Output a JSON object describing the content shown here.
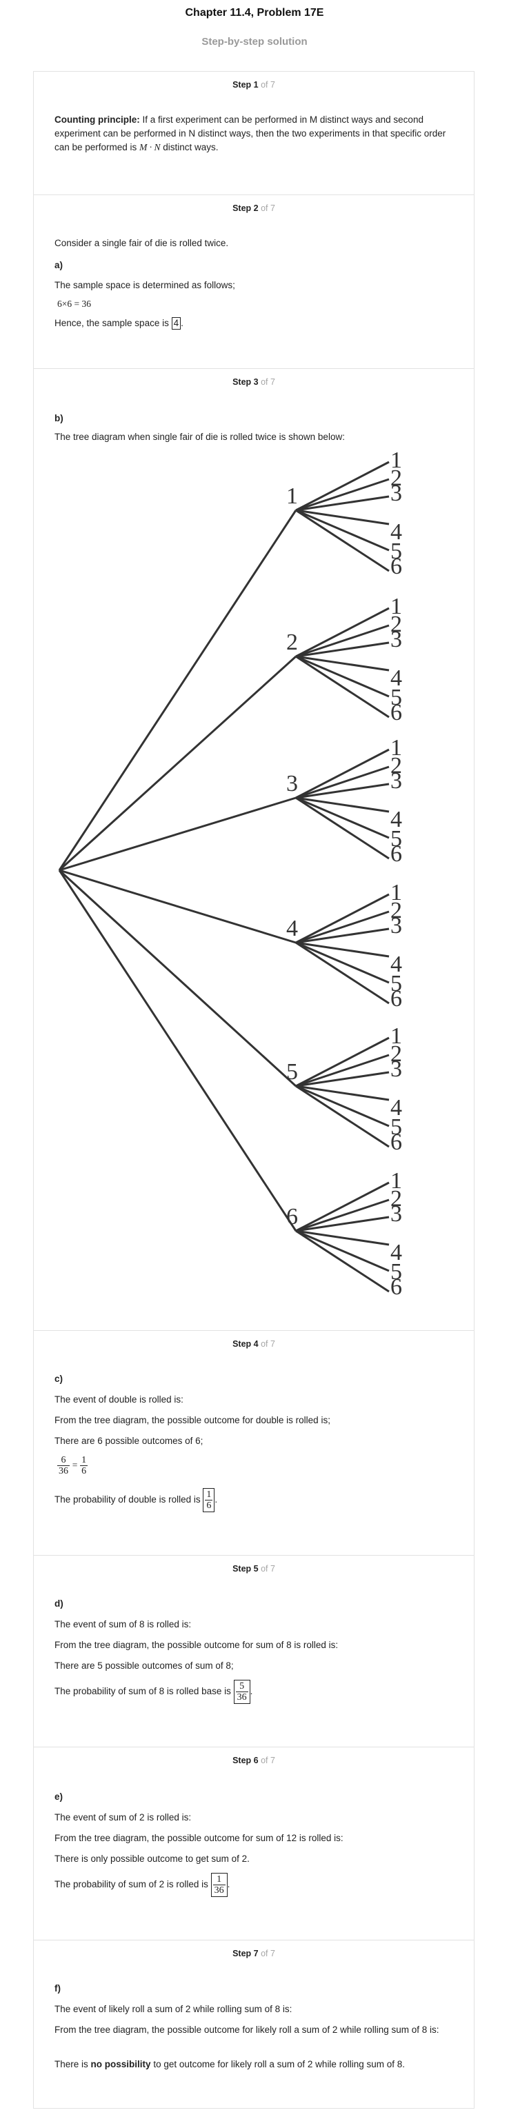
{
  "header": {
    "title": "Chapter 11.4, Problem 17E",
    "subtitle": "Step-by-step solution"
  },
  "steps": [
    {
      "label": "Step 1",
      "of": "of 7",
      "principle_title": "Counting principle:",
      "principle_text": "If a first experiment can be performed in M distinct ways and second experiment can be performed in N distinct ways, then the two experiments in that specific order can be performed is",
      "principle_formula": "M · N",
      "principle_end": "distinct ways."
    },
    {
      "label": "Step 2",
      "of": "of 7",
      "intro": "Consider a single fair of die is rolled twice.",
      "part": "a)",
      "line1": "The sample space is determined as follows;",
      "formula": "6×6 = 36",
      "result_prefix": "Hence, the sample space is",
      "result_value": "4",
      "result_suffix": "."
    },
    {
      "label": "Step 3",
      "of": "of 7",
      "part": "b)",
      "line1": "The tree diagram when single fair of die is rolled twice is shown below:",
      "tree": {
        "first_roll": [
          "1",
          "2",
          "3",
          "4",
          "5",
          "6"
        ],
        "second_roll": [
          "1",
          "2",
          "3",
          "4",
          "5",
          "6"
        ]
      }
    },
    {
      "label": "Step 4",
      "of": "of 7",
      "part": "c)",
      "line1": "The event of double is rolled is:",
      "line2": "From the tree diagram, the possible outcome for double is rolled is;",
      "line3": "There are 6 possible outcomes of 6;",
      "frac_a_num": "6",
      "frac_a_den": "36",
      "equals": "=",
      "frac_b_num": "1",
      "frac_b_den": "6",
      "result_prefix": "The probability of double is rolled is",
      "result_num": "1",
      "result_den": "6",
      "result_suffix": "."
    },
    {
      "label": "Step 5",
      "of": "of 7",
      "part": "d)",
      "line1": "The event of sum of 8 is rolled is:",
      "line2": "From the tree diagram, the possible outcome for sum of 8 is rolled is:",
      "line3": "There are 5 possible outcomes of sum of 8;",
      "result_prefix": "The probability of sum of 8 is rolled base is",
      "result_num": "5",
      "result_den": "36",
      "result_suffix": "."
    },
    {
      "label": "Step 6",
      "of": "of 7",
      "part": "e)",
      "line1": "The event of sum of 2 is rolled is:",
      "line2": "From the tree diagram, the possible outcome for sum of 12 is rolled is:",
      "line3": "There is only possible outcome to get sum of 2.",
      "result_prefix": "The probability of sum of 2 is rolled is",
      "result_num": "1",
      "result_den": "36",
      "result_suffix": "."
    },
    {
      "label": "Step 7",
      "of": "of 7",
      "part": "f)",
      "line1": "The event of likely roll a sum of 2 while rolling sum of 8 is:",
      "line2": "From the tree diagram, the possible outcome for likely roll a sum of 2 while rolling sum of 8 is:",
      "line3_prefix": "There is",
      "line3_bold": "no possibility",
      "line3_suffix": "to get outcome for likely roll a sum of 2 while rolling sum of 8."
    }
  ]
}
